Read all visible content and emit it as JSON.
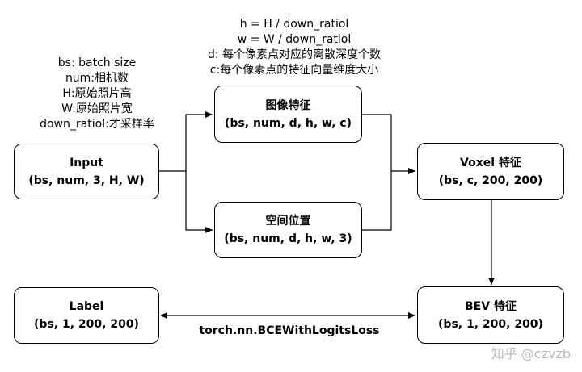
{
  "annotations": {
    "top_lines": [
      "h = H / down_ratiol",
      "w = W / down_ratiol",
      "d: 每个像素点对应的离散深度个数",
      "c:每个像素点的特征向量维度大小"
    ],
    "left_lines": [
      "bs: batch size",
      "num:相机数",
      "H:原始照片高",
      "W:原始照片宽",
      "down_ratiol:才采样率"
    ]
  },
  "nodes": {
    "input": {
      "title": "Input",
      "shape": "(bs, num, 3, H, W)"
    },
    "image": {
      "title": "图像特征",
      "shape": "(bs, num, d, h, w, c)"
    },
    "spatial": {
      "title": "空间位置",
      "shape": "(bs, num, d, h, w, 3)"
    },
    "voxel": {
      "title": "Voxel 特征",
      "shape": "(bs, c, 200, 200)"
    },
    "bev": {
      "title": "BEV 特征",
      "shape": "(bs, 1, 200, 200)"
    },
    "label": {
      "title": "Label",
      "shape": "(bs, 1, 200, 200)"
    }
  },
  "loss_label": "torch.nn.BCEWithLogitsLoss",
  "watermark": "知乎 @czvzb"
}
